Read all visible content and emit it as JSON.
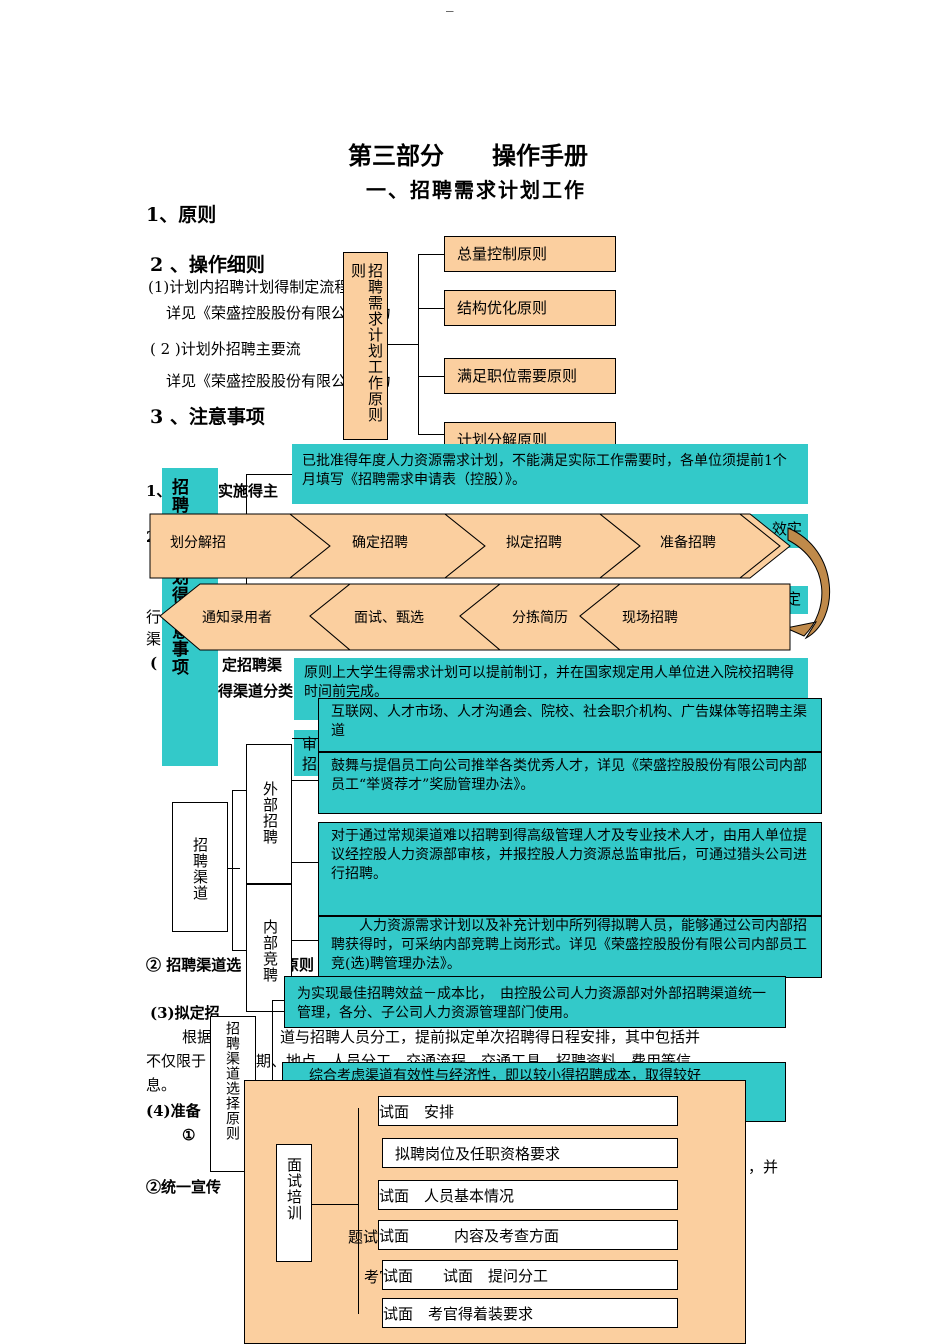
{
  "top_mark": "_",
  "title": "第三部分　　操作手册",
  "subtitle": "一、招聘需求计划工作",
  "sections": {
    "s1": "1、原则",
    "s2": "2 、操作细则",
    "s2_1": "(1)计划内招聘计划得制定流程",
    "s2_1_detail": "详见《荣盛控股股份有限公司人力",
    "s2_2": "( 2 )计划外招聘主要流",
    "s2_2_detail": "详见《荣盛控股股份有限公司人力",
    "s3": "3 、注意事项",
    "left_1": "1、",
    "left_1b": "实施得主",
    "left_2": "2",
    "left_row1": "行",
    "left_row2": "渠",
    "left_sub1": "(",
    "left_sub1b": "定招聘渠",
    "left_sub2": "得渠道分类",
    "left_channel_note": "② 招聘渠道选",
    "left_channel_note_b": "原则",
    "s3_3": "(3)拟定招",
    "para_a": "根据",
    "para_b": "不仅限于",
    "para_c": "息。",
    "para_line1_tail": "道与招聘人员分工，提前拟定单次招聘得日程安排，其中包括并",
    "para_line2_tail": "期、地点、人员分工、交通流程、交通工具、招聘资料、费用等信",
    "s4": "(4)准备",
    "s4_1": "①",
    "s4_2": "②统一宣传",
    "tail_and": "，并"
  },
  "principle_diagram": {
    "root": "招聘需求计划工作原则",
    "root_prefix": "则",
    "items": [
      "总量控制原则",
      "结构优化原则",
      "满足职位需要原则",
      "计划分解原则"
    ]
  },
  "notes_label": "招聘需求计划得注意事项",
  "teal_notes": {
    "n1": "已批准得年度人力资源需求计划，不能满足实际工作需要时，各单位须提前1个月填写《招聘需求申请表（控股）》。",
    "n1_tail": "效实",
    "n1_tail2": "定",
    "n2": "原则上大学生得需求计划可以提前制订，并在国家规定用人单位进入院校招聘得时间前完成。",
    "n3_a": "审",
    "n3_b": "招"
  },
  "flow": {
    "row1": [
      "划分解招",
      "确定招聘",
      "拟定招聘",
      "准备招聘"
    ],
    "row2": [
      "通知录用者",
      "面试、甄选",
      "分拣简历",
      "现场招聘"
    ]
  },
  "channel_diagram": {
    "root": "招聘渠道",
    "external": "外部招聘",
    "internal": "内部竞聘",
    "boxes": [
      "互联网、人才市场、人才沟通会、院校、社会职介机构、广告媒体等招聘主渠道",
      "鼓舞与提倡员工向公司推举各类优秀人才，详见《荣盛控股股份有限公司内部员工“举贤荐才”奖励管理办法》。",
      "对于通过常规渠道难以招聘到得高级管理人才及专业技术人才，由用人单位提议经控股人力资源部审核，并报控股人力资源总监审批后，可通过猎头公司进行招聘。",
      "人力资源需求计划以及补充计划中所列得拟聘人员，能够通过公司内部招聘获得时，可采纳内部竞聘上岗形式。详见《荣盛控股股份有限公司内部员工竞(选)聘管理办法》。"
    ]
  },
  "selection_diagram": {
    "root": "招聘渠道选择原则",
    "box1": "为实现最佳招聘效益－成本比，　由控股公司人力资源部对外部招聘渠道统一管理，各分、子公司人力资源管理部门使用。",
    "box2": "综合考虑渠道有效性与经济性，即以较小得招聘成本，取得较好"
  },
  "interview_diagram": {
    "root": "面试培训",
    "side_a": "题试",
    "side_b": "考官",
    "items": [
      "试面　安排",
      "拟聘岗位及任职资格要求",
      "试面　人员基本情况",
      "试面　　　内容及考查方面",
      "试面　　试面　提问分工",
      "试面　考官得着装要求"
    ]
  },
  "colors": {
    "peach": "#fbcf9f",
    "teal": "#33c9c9",
    "black": "#000000",
    "white": "#ffffff"
  }
}
